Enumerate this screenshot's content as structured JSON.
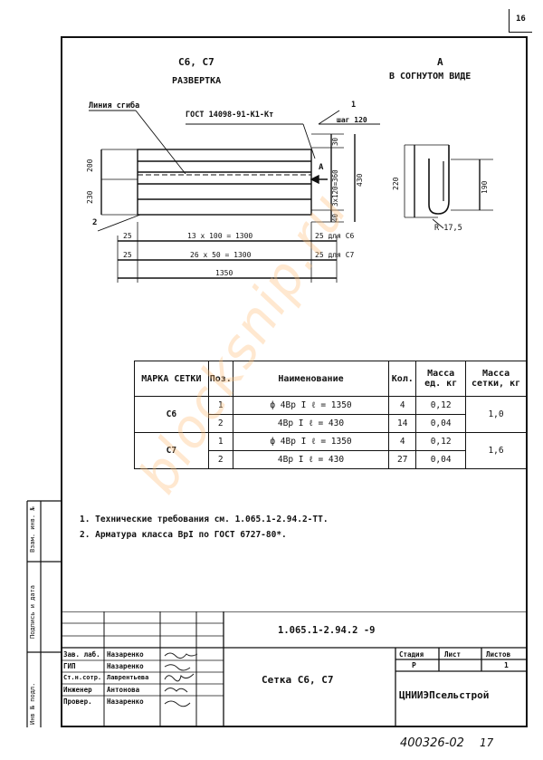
{
  "page_number": "16",
  "header": {
    "left_title": "С6, С7",
    "left_subtitle": "РАЗВЕРТКА",
    "right_title": "А",
    "right_subtitle": "В СОГНУТОМ ВИДЕ"
  },
  "drawing": {
    "bend_line_label": "Линия сгиба",
    "gost_label": "ГОСТ 14098-91-К1-Кт",
    "callout_1": "1",
    "callout_2": "2",
    "step_label": "шаг 120",
    "dim_200": "200",
    "dim_230": "230",
    "dim_30": "30",
    "dim_3x120": "3х120=360",
    "dim_40": "40",
    "dim_430": "430",
    "view_a": "А",
    "row1_left": "25",
    "row1_mid": "13 х 100 = 1300",
    "row1_right": "25 для С6",
    "row2_left": "25",
    "row2_mid": "26 х 50 = 1300",
    "row2_right": "25 для С7",
    "overall": "1350",
    "bent_220": "220",
    "bent_190": "190",
    "bent_radius": "R 17,5"
  },
  "spec_table": {
    "headers": [
      "МАРКА СЕТКИ",
      "Поз.",
      "Наименование",
      "Кол.",
      "Масса ед. кг",
      "Масса сетки, кг"
    ],
    "rows": [
      {
        "mark": "С6",
        "pos": "1",
        "name": "ф 4Вр I   ℓ = 1350",
        "qty": "4",
        "mass": "0,12",
        "total": "1,0"
      },
      {
        "mark": "",
        "pos": "2",
        "name": "4Вр I   ℓ = 430",
        "qty": "14",
        "mass": "0,04",
        "total": ""
      },
      {
        "mark": "С7",
        "pos": "1",
        "name": "ф 4Вр I   ℓ = 1350",
        "qty": "4",
        "mass": "0,12",
        "total": "1,6"
      },
      {
        "mark": "",
        "pos": "2",
        "name": "4Вр I   ℓ = 430",
        "qty": "27",
        "mass": "0,04",
        "total": ""
      }
    ]
  },
  "notes": [
    "1. Технические требования см. 1.065.1-2.94.2-ТТ.",
    "2. Арматура класса ВрI по ГОСТ 6727-80*."
  ],
  "side_stamp": [
    "Инв № подл.",
    "Подпись и дата",
    "Взам. инв. №"
  ],
  "title_block": {
    "doc_code": "1.065.1-2.94.2 -9",
    "drawing_title": "Сетка С6, С7",
    "stage_label": "Стадия",
    "sheet_label": "Лист",
    "sheets_label": "Листов",
    "stage_value": "Р",
    "sheets_value": "1",
    "org": "ЦНИИЭПсельстрой",
    "people": [
      {
        "role": "Зав. лаб.",
        "name": "Назаренко"
      },
      {
        "role": "ГИП",
        "name": "Назаренко"
      },
      {
        "role": "Ст.н.сотр.",
        "name": "Лаврентьева"
      },
      {
        "role": "Инженер",
        "name": "Антонова"
      },
      {
        "role": "Провер.",
        "name": "Назаренко"
      }
    ]
  },
  "archive_number": "400326-02",
  "archive_sheet": "17",
  "watermark": "blocksnip.ru"
}
